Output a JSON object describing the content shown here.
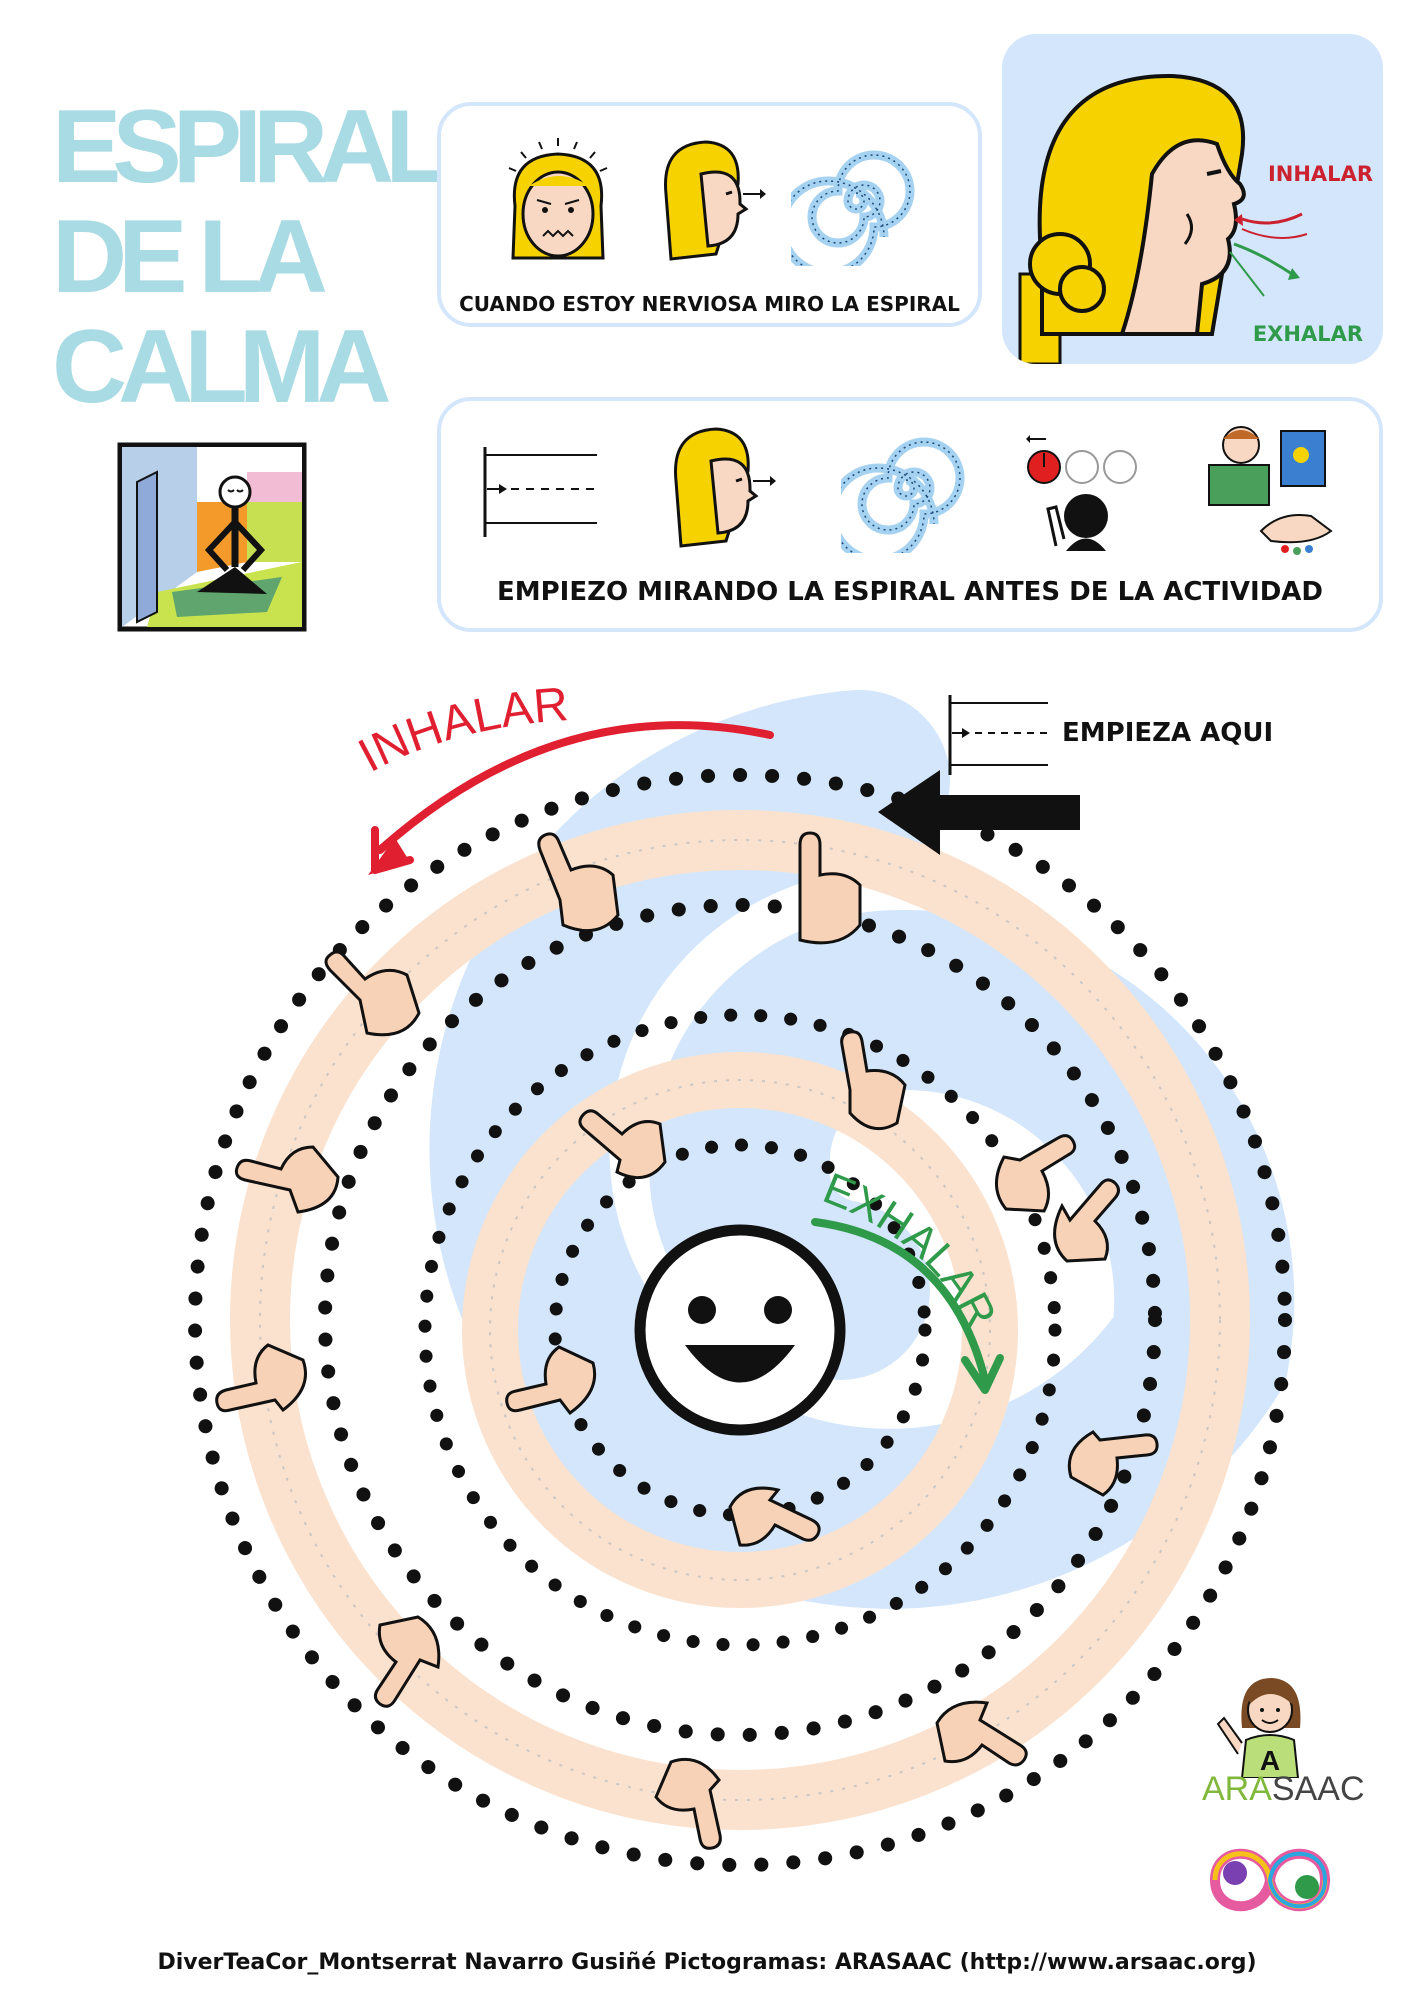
{
  "title": {
    "line1": "ESPIRAL",
    "line2": "DE LA",
    "line3": "CALMA"
  },
  "card_nervous": {
    "caption": "CUANDO ESTOY NERVIOSA MIRO LA ESPIRAL"
  },
  "card_start": {
    "caption": "EMPIEZO MIRANDO LA ESPIRAL ANTES DE LA ACTIVIDAD"
  },
  "breath_panel": {
    "inhale_label": "INHALAR",
    "exhale_label": "EXHALAR"
  },
  "spiral": {
    "inhale_label": "INHALAR",
    "exhale_label": "EXHALAR",
    "start_label": "EMPIEZA AQUI"
  },
  "logos": {
    "arasaac_ara": "ARA",
    "arasaac_saac": "SAAC",
    "letter_a": "A"
  },
  "footer": {
    "credit": "DiverTeaCor_Montserrat Navarro Gusiñé Pictogramas: ARASAAC (http://www.arsaac.org)"
  },
  "colors": {
    "title": "#a9dbe4",
    "card_border": "#d3e6fb",
    "spiral_band": "#d3e6fb",
    "inhale": "#cc2230",
    "exhale": "#2e9a4a",
    "skin": "#f8d2b6",
    "hair": "#f6d200"
  }
}
